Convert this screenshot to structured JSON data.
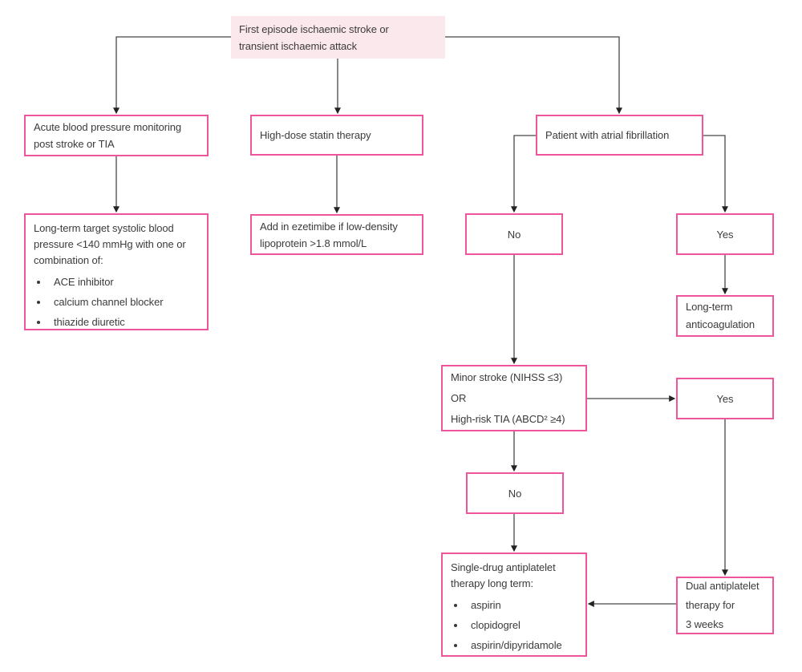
{
  "colors": {
    "box_border": "#ef559c",
    "start_fill": "#fbe8ed",
    "line": "#474747",
    "arrowhead": "#222222",
    "text": "#3b3b3b"
  },
  "nodes": {
    "start": {
      "text": "First episode ischaemic stroke or\ntransient ischaemic attack"
    },
    "acute_bp": {
      "text": "Acute blood pressure monitoring\npost stroke or TIA"
    },
    "bp_target": {
      "intro": "Long-term target systolic blood\npressure <140 mmHg with one or\ncombination of:",
      "bullets": [
        "ACE inhibitor",
        "calcium channel blocker",
        "thiazide diuretic"
      ]
    },
    "statin": {
      "text": "High-dose statin therapy"
    },
    "ezetimibe": {
      "text": "Add in ezetimibe if low-density\nlipoprotein >1.8 mmol/L"
    },
    "af": {
      "text": "Patient with atrial fibrillation"
    },
    "af_no": {
      "text": "No"
    },
    "af_yes": {
      "text": "Yes"
    },
    "anticoagulation": {
      "text": "Long-term\nanticoagulation"
    },
    "minor_stroke": {
      "lines": [
        "Minor stroke (NIHSS ≤3)",
        "OR",
        "High-risk TIA (ABCD² ≥4)"
      ]
    },
    "minor_yes": {
      "text": "Yes"
    },
    "minor_no": {
      "text": "No"
    },
    "single_antiplatelet": {
      "intro": "Single-drug antiplatelet\ntherapy long term:",
      "bullets": [
        "aspirin",
        "clopidogrel",
        "aspirin/dipyridamole"
      ]
    },
    "dual_antiplatelet": {
      "text": "Dual antiplatelet\ntherapy for\n3 weeks"
    }
  }
}
